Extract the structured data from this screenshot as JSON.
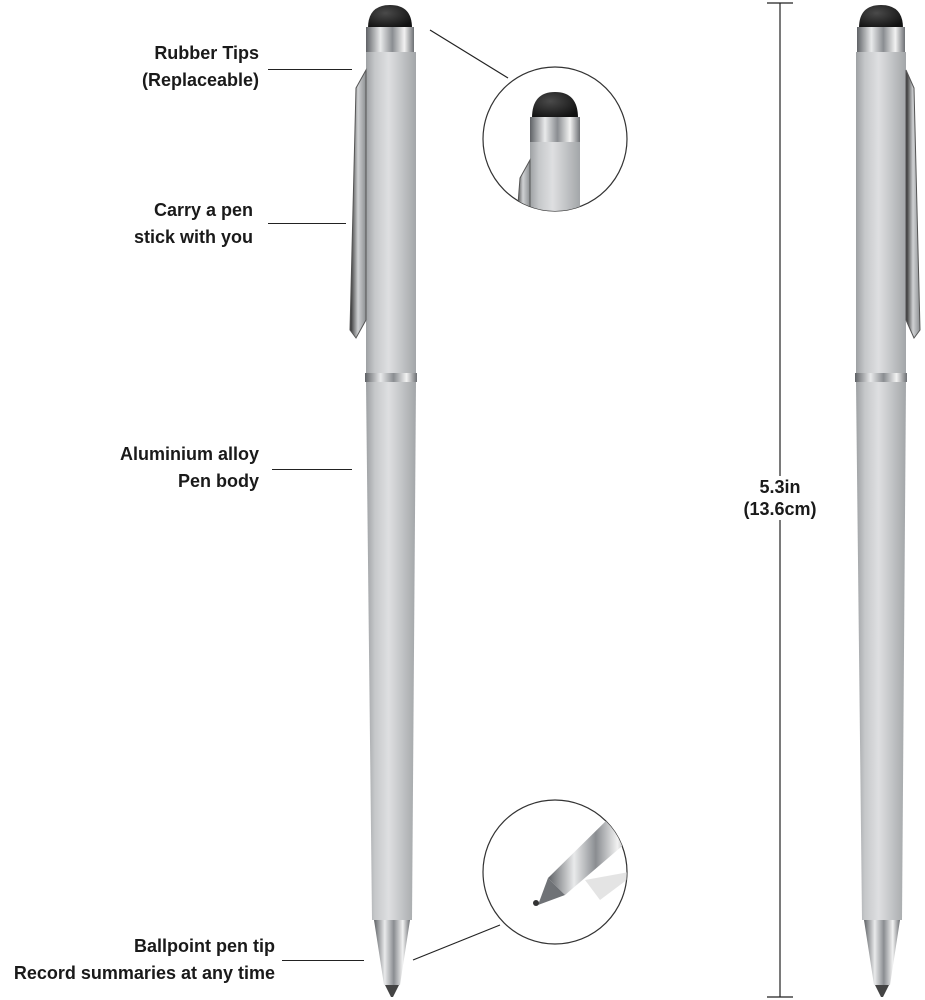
{
  "labels": {
    "rubber_tips": [
      "Rubber Tips",
      "(Replaceable)"
    ],
    "carry": [
      "Carry a pen",
      "stick with you"
    ],
    "body": [
      "Aluminium alloy",
      "Pen body"
    ],
    "tip": [
      "Ballpoint pen tip",
      "Record summaries at any time"
    ]
  },
  "dimension": [
    "5.3in",
    "(13.6cm)"
  ],
  "colors": {
    "text": "#1a1a1a",
    "barrel": "#b9bcbf",
    "barrel_light": "#dcdee0",
    "rubber_tip": "#1b1b1b",
    "chrome": "#8d9094"
  }
}
